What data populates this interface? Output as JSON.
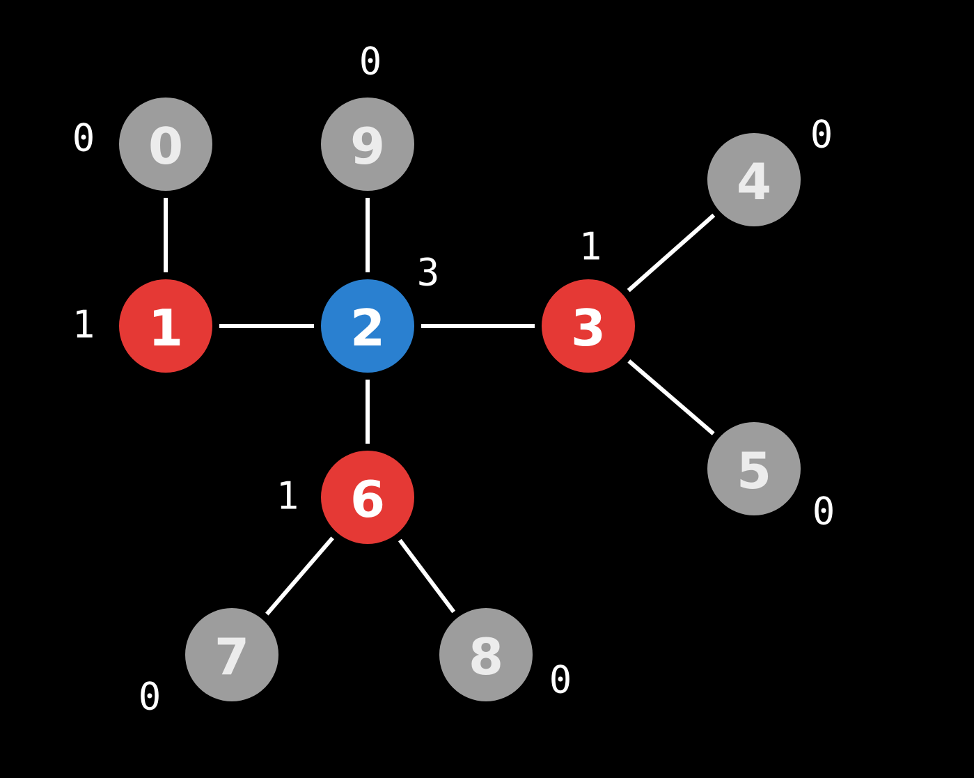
{
  "colors": {
    "background": "#000000",
    "edge": "#ffffff",
    "leaf": "#9d9d9d",
    "highlight_red": "#e53935",
    "highlight_blue": "#2a80d0",
    "text": "#ffffff"
  },
  "nodes": [
    {
      "id": "0",
      "value": "0",
      "status": "leaf"
    },
    {
      "id": "1",
      "value": "1",
      "status": "red"
    },
    {
      "id": "2",
      "value": "3",
      "status": "blue"
    },
    {
      "id": "3",
      "value": "1",
      "status": "red"
    },
    {
      "id": "4",
      "value": "0",
      "status": "leaf"
    },
    {
      "id": "5",
      "value": "0",
      "status": "leaf"
    },
    {
      "id": "6",
      "value": "1",
      "status": "red"
    },
    {
      "id": "7",
      "value": "0",
      "status": "leaf"
    },
    {
      "id": "8",
      "value": "0",
      "status": "leaf"
    },
    {
      "id": "9",
      "value": "0",
      "status": "leaf"
    }
  ],
  "edges": [
    [
      "0",
      "1"
    ],
    [
      "1",
      "2"
    ],
    [
      "9",
      "2"
    ],
    [
      "2",
      "3"
    ],
    [
      "2",
      "6"
    ],
    [
      "3",
      "4"
    ],
    [
      "3",
      "5"
    ],
    [
      "6",
      "7"
    ],
    [
      "6",
      "8"
    ]
  ]
}
